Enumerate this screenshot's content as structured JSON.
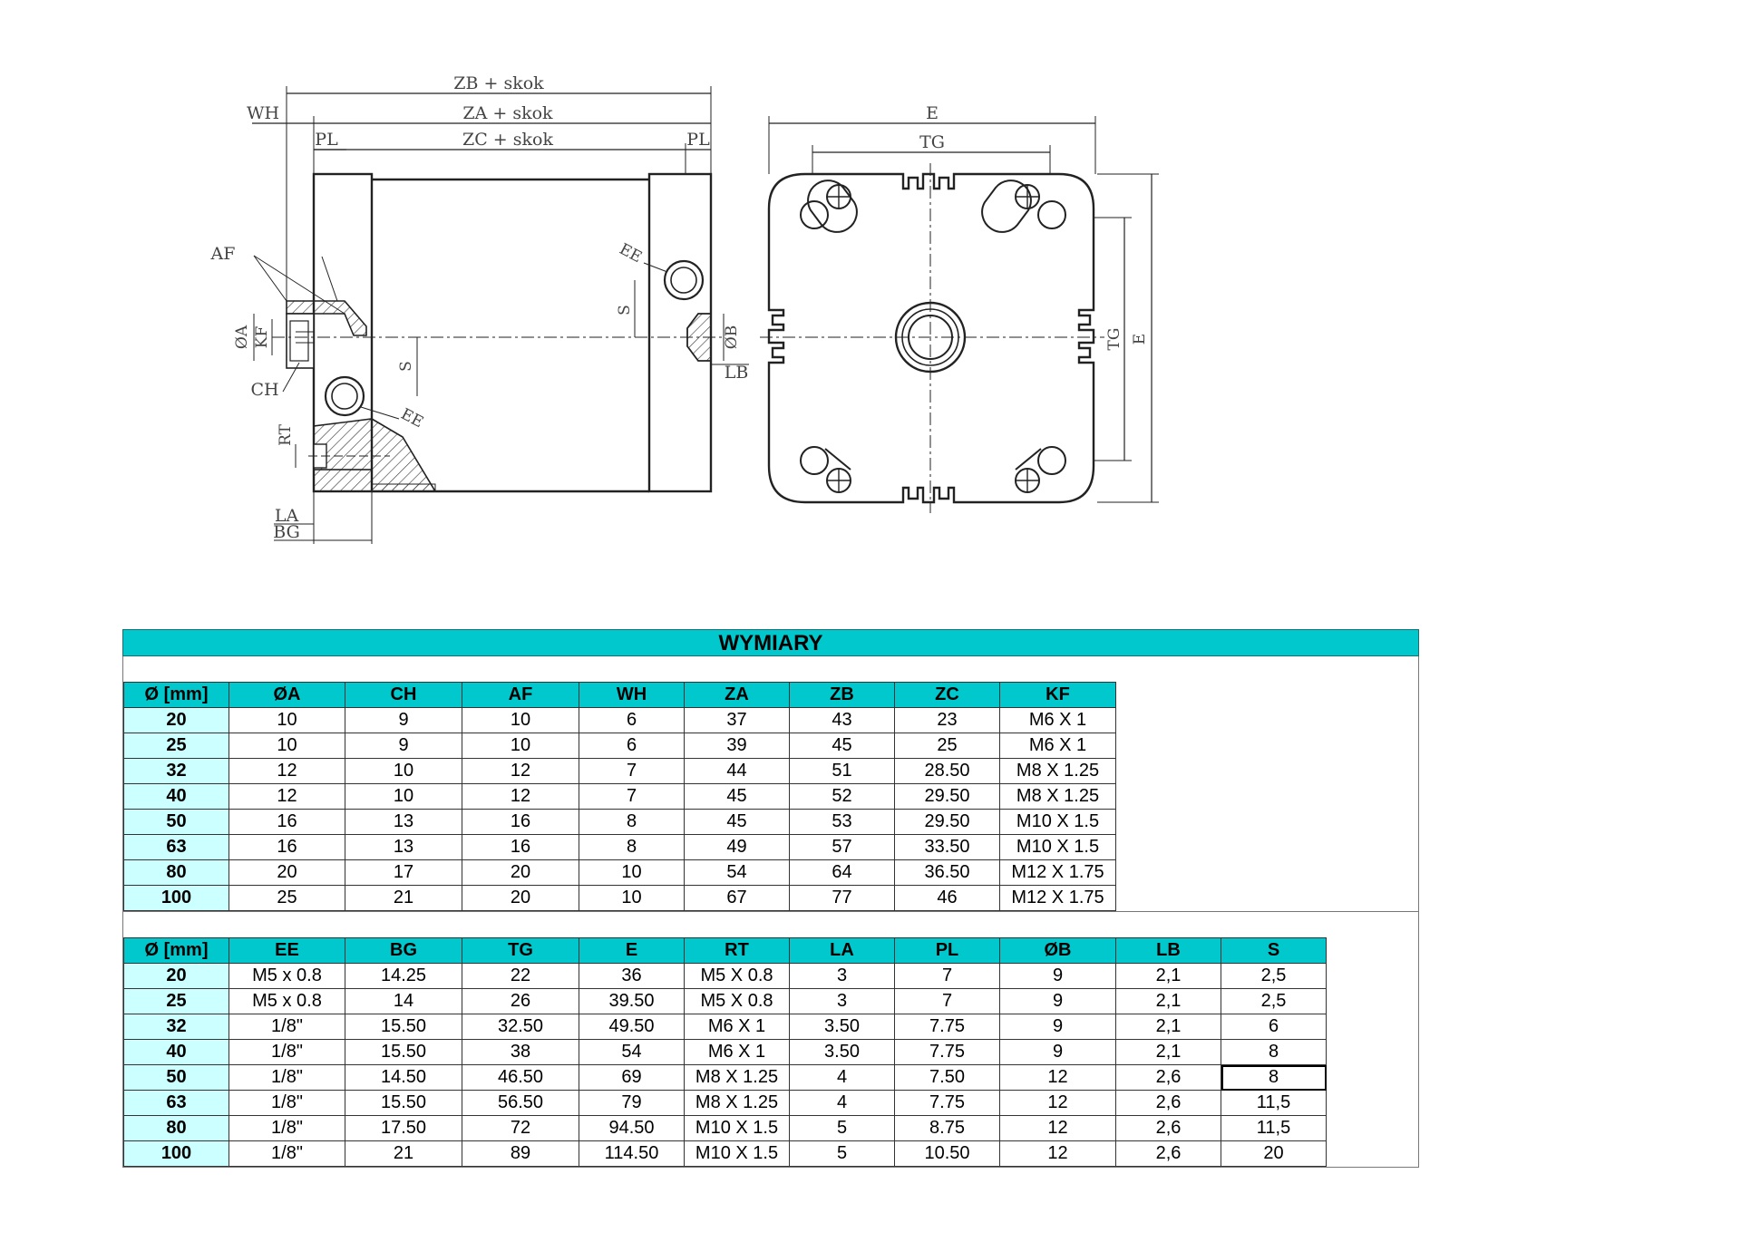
{
  "drawing": {
    "side_view": {
      "dim_zb": "ZB + skok",
      "dim_za": "ZA + skok",
      "dim_zc": "ZC + skok",
      "dim_wh": "WH",
      "dim_pl_left": "PL",
      "dim_pl_right": "PL",
      "label_af": "AF",
      "label_oa": "ØA",
      "label_kf": "KF",
      "label_ch": "CH",
      "label_ee_top": "EE",
      "label_ee_bottom": "EE",
      "label_s_top": "S",
      "label_s_mid": "S",
      "label_ob": "ØB",
      "label_lb": "LB",
      "label_rt": "RT",
      "label_la": "LA",
      "label_bg": "BG"
    },
    "front_view": {
      "dim_e_top": "E",
      "dim_tg_top": "TG",
      "dim_tg_side": "TG",
      "dim_e_side": "E"
    }
  },
  "title": "WYMIARY",
  "table1": {
    "headers": [
      "Ø [mm]",
      "ØA",
      "CH",
      "AF",
      "WH",
      "ZA",
      "ZB",
      "ZC",
      "KF"
    ],
    "rows": [
      [
        "20",
        "10",
        "9",
        "10",
        "6",
        "37",
        "43",
        "23",
        "M6 X 1"
      ],
      [
        "25",
        "10",
        "9",
        "10",
        "6",
        "39",
        "45",
        "25",
        "M6 X 1"
      ],
      [
        "32",
        "12",
        "10",
        "12",
        "7",
        "44",
        "51",
        "28.50",
        "M8 X 1.25"
      ],
      [
        "40",
        "12",
        "10",
        "12",
        "7",
        "45",
        "52",
        "29.50",
        "M8 X 1.25"
      ],
      [
        "50",
        "16",
        "13",
        "16",
        "8",
        "45",
        "53",
        "29.50",
        "M10 X 1.5"
      ],
      [
        "63",
        "16",
        "13",
        "16",
        "8",
        "49",
        "57",
        "33.50",
        "M10 X 1.5"
      ],
      [
        "80",
        "20",
        "17",
        "20",
        "10",
        "54",
        "64",
        "36.50",
        "M12 X 1.75"
      ],
      [
        "100",
        "25",
        "21",
        "20",
        "10",
        "67",
        "77",
        "46",
        "M12 X 1.75"
      ]
    ]
  },
  "table2": {
    "headers": [
      "Ø [mm]",
      "EE",
      "BG",
      "TG",
      "E",
      "RT",
      "LA",
      "PL",
      "ØB",
      "LB",
      "S"
    ],
    "rows": [
      [
        "20",
        "M5 x 0.8",
        "14.25",
        "22",
        "36",
        "M5 X 0.8",
        "3",
        "7",
        "9",
        "2,1",
        "2,5"
      ],
      [
        "25",
        "M5 x 0.8",
        "14",
        "26",
        "39.50",
        "M5 X 0.8",
        "3",
        "7",
        "9",
        "2,1",
        "2,5"
      ],
      [
        "32",
        "1/8\"",
        "15.50",
        "32.50",
        "49.50",
        "M6 X 1",
        "3.50",
        "7.75",
        "9",
        "2,1",
        "6"
      ],
      [
        "40",
        "1/8\"",
        "15.50",
        "38",
        "54",
        "M6 X 1",
        "3.50",
        "7.75",
        "9",
        "2,1",
        "8"
      ],
      [
        "50",
        "1/8\"",
        "14.50",
        "46.50",
        "69",
        "M8 X 1.25",
        "4",
        "7.50",
        "12",
        "2,6",
        "8"
      ],
      [
        "63",
        "1/8\"",
        "15.50",
        "56.50",
        "79",
        "M8 X 1.25",
        "4",
        "7.75",
        "12",
        "2,6",
        "11,5"
      ],
      [
        "80",
        "1/8\"",
        "17.50",
        "72",
        "94.50",
        "M10 X 1.5",
        "5",
        "8.75",
        "12",
        "2,6",
        "11,5"
      ],
      [
        "100",
        "1/8\"",
        "21",
        "89",
        "114.50",
        "M10 X 1.5",
        "5",
        "10.50",
        "12",
        "2,6",
        "20"
      ]
    ]
  },
  "selected_cell": {
    "table": "table2",
    "row": 4,
    "col": 10
  }
}
